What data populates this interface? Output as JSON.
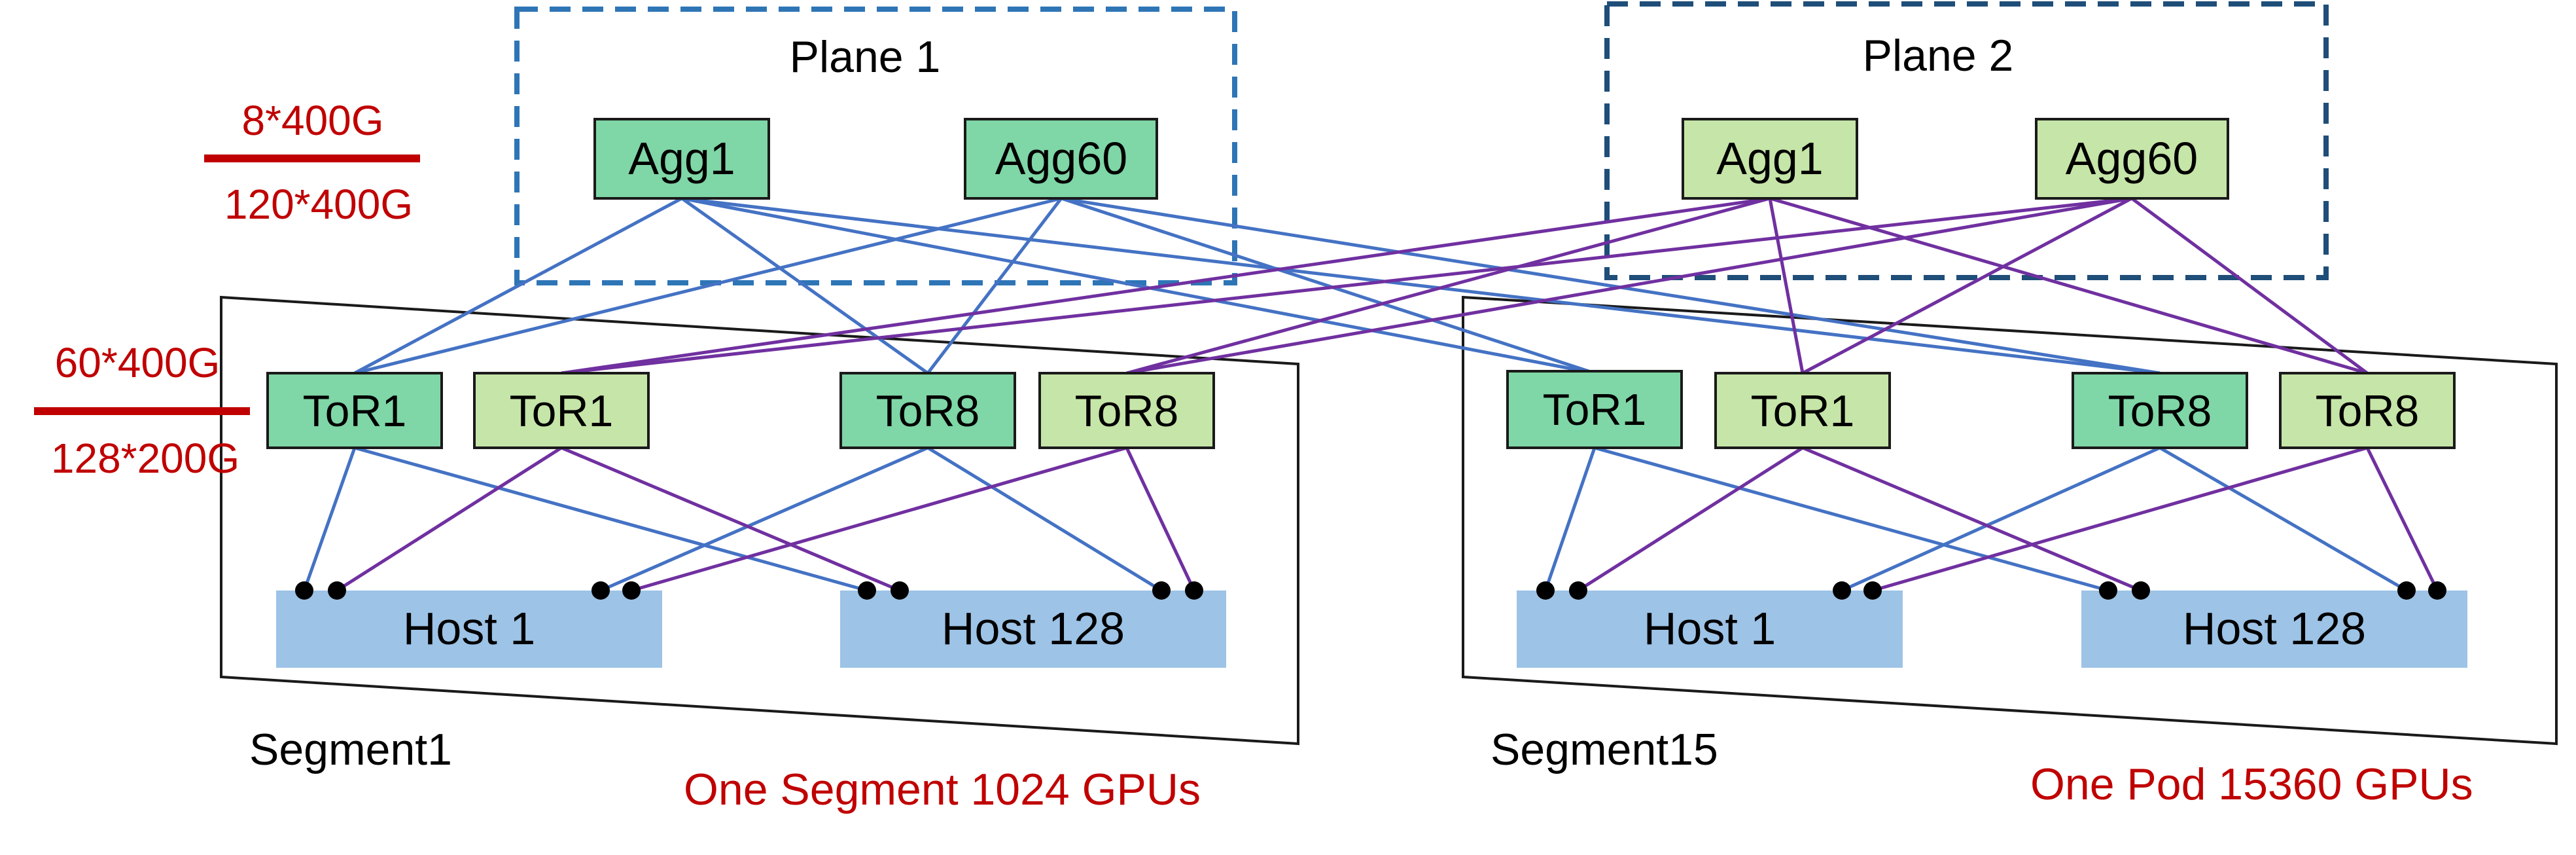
{
  "planes": [
    {
      "label": "Plane 1",
      "aggs": [
        "Agg1",
        "Agg60"
      ]
    },
    {
      "label": "Plane 2",
      "aggs": [
        "Agg1",
        "Agg60"
      ]
    }
  ],
  "segments": [
    {
      "label": "Segment1",
      "tors": [
        "ToR1",
        "ToR1",
        "ToR8",
        "ToR8"
      ],
      "hosts": [
        "Host 1",
        "Host 128"
      ]
    },
    {
      "label": "Segment15",
      "tors": [
        "ToR1",
        "ToR1",
        "ToR8",
        "ToR8"
      ],
      "hosts": [
        "Host 1",
        "Host 128"
      ]
    }
  ],
  "ratios": {
    "agg_top": "8*400G",
    "agg_bottom": "120*400G",
    "tor_top": "60*400G",
    "tor_bottom": "128*200G"
  },
  "captions": {
    "segment": "One Segment 1024 GPUs",
    "pod": "One Pod 15360 GPUs"
  },
  "colors": {
    "plane1_link": "#4472c4",
    "plane2_link": "#7030a0",
    "plane1_box": "#2e75b6",
    "plane2_box": "#1f4e79",
    "plane1_node": "#7fd6a6",
    "plane2_node": "#c6e5a8",
    "host": "#9dc3e6",
    "accent": "#c00000"
  }
}
